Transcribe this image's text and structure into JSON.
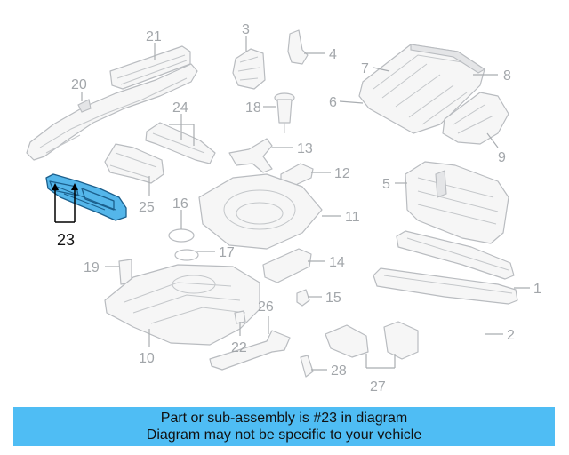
{
  "callouts": [
    {
      "id": "21",
      "label": "21"
    },
    {
      "id": "3",
      "label": "3"
    },
    {
      "id": "4",
      "label": "4"
    },
    {
      "id": "7",
      "label": "7"
    },
    {
      "id": "8",
      "label": "8"
    },
    {
      "id": "20",
      "label": "20"
    },
    {
      "id": "24",
      "label": "24"
    },
    {
      "id": "18",
      "label": "18"
    },
    {
      "id": "6",
      "label": "6"
    },
    {
      "id": "13",
      "label": "13"
    },
    {
      "id": "9",
      "label": "9"
    },
    {
      "id": "12",
      "label": "12"
    },
    {
      "id": "5",
      "label": "5"
    },
    {
      "id": "25",
      "label": "25"
    },
    {
      "id": "16",
      "label": "16"
    },
    {
      "id": "11",
      "label": "11"
    },
    {
      "id": "23",
      "label": "23"
    },
    {
      "id": "17",
      "label": "17"
    },
    {
      "id": "19",
      "label": "19"
    },
    {
      "id": "14",
      "label": "14"
    },
    {
      "id": "1",
      "label": "1"
    },
    {
      "id": "15",
      "label": "15"
    },
    {
      "id": "26",
      "label": "26"
    },
    {
      "id": "2",
      "label": "2"
    },
    {
      "id": "10",
      "label": "10"
    },
    {
      "id": "22",
      "label": "22"
    },
    {
      "id": "28",
      "label": "28"
    },
    {
      "id": "27",
      "label": "27"
    }
  ],
  "highlighted_part": "23",
  "colors": {
    "highlight_fill": "#54b6ea",
    "banner_bg": "#4fbdf4",
    "line_art": "#b9bcc0",
    "callout_text": "#a2a6aa"
  },
  "banner": {
    "line1": "Part or sub-assembly is #23 in diagram",
    "line2": "Diagram may not be specific to your vehicle"
  }
}
